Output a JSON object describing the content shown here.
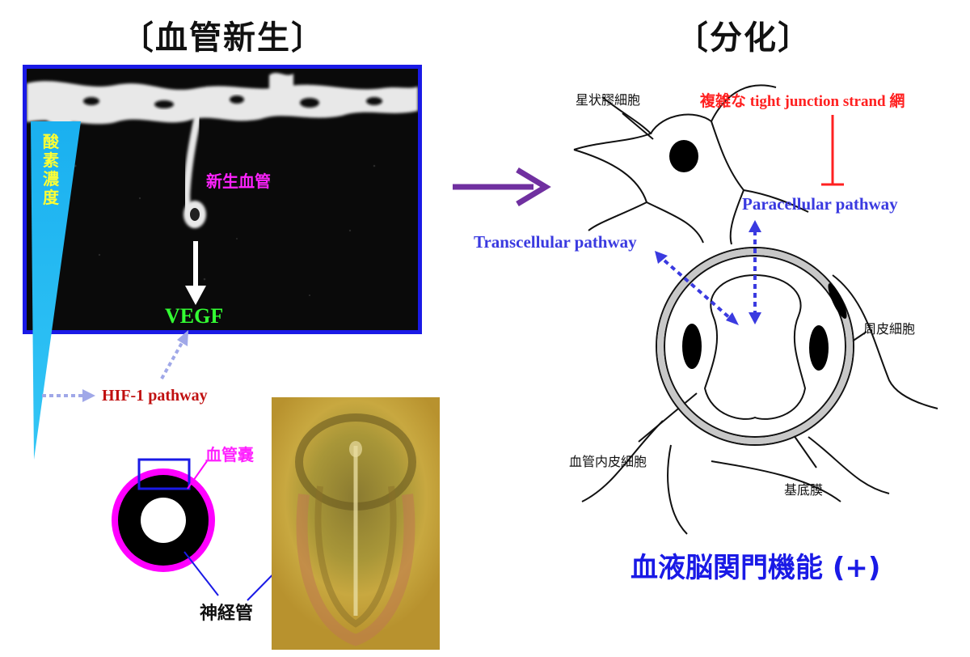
{
  "left": {
    "title": "〔血管新生〕",
    "o2_label": "酸素濃度",
    "new_vessel": "新生血管",
    "vegf": "VEGF",
    "hif": "HIF-1 pathway",
    "vascular_sac": "血管嚢",
    "neural_tube": "神経管"
  },
  "right": {
    "title": "〔分化〕",
    "astrocyte": "星状膠細胞",
    "tj_strand": "複雑な tight junction strand 網",
    "paracellular": "Paracellular pathway",
    "transcellular": "Transcellular pathway",
    "pericyte": "周皮細胞",
    "endothelial": "血管内皮細胞",
    "basement": "基底膜",
    "bbb": "血液脳関門機能 (+)"
  },
  "colors": {
    "frame_blue": "#1a1ae6",
    "cyan_gradient": "#1ab0f0",
    "yellow": "#ffff33",
    "magenta": "#ff00ff",
    "green": "#33ff33",
    "dark_red": "#c01010",
    "purple_arrow": "#7030a0",
    "pathway_blue": "#3a3ae0",
    "red": "#ff2020"
  }
}
